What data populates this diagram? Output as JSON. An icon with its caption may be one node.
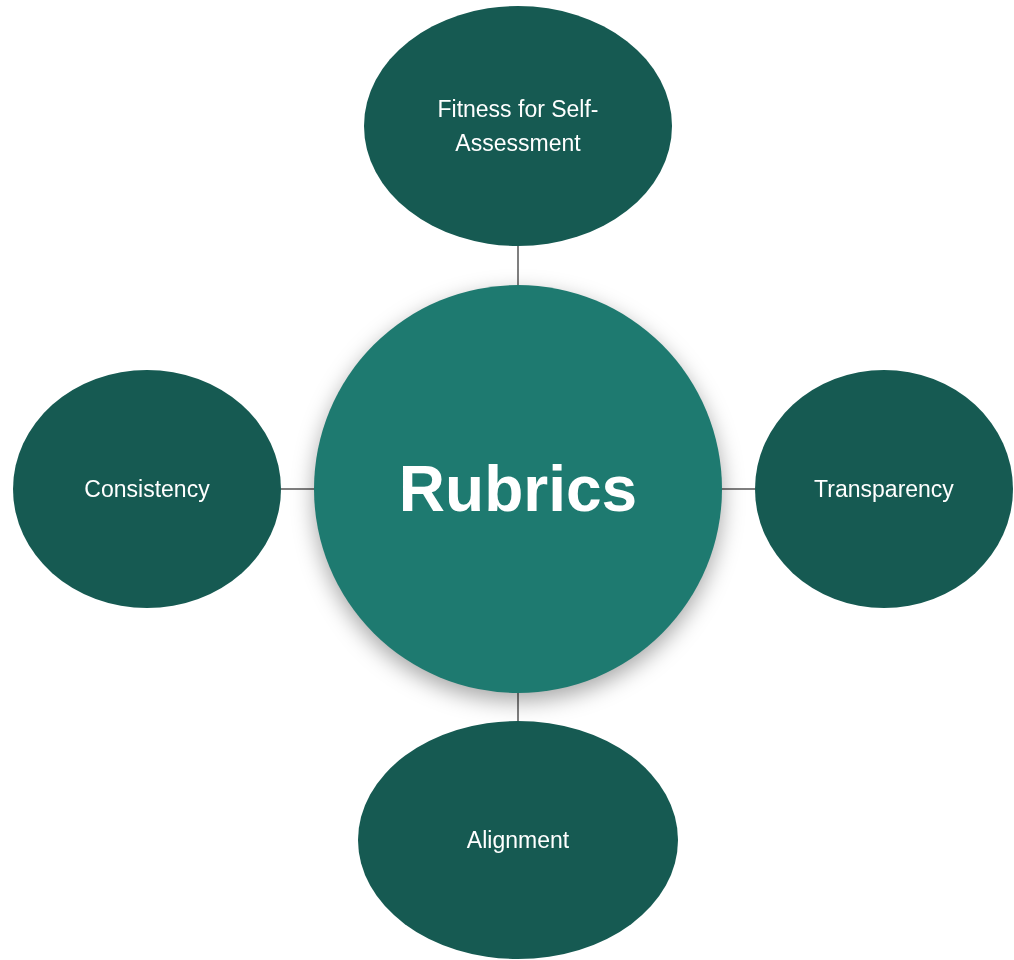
{
  "diagram": {
    "nodes": [
      {
        "text": [
          "Fitness for Self-Assessment"
        ]
      },
      {
        "text": [
          "Consistency"
        ]
      },
      {
        "text": [
          "Rubrics"
        ]
      },
      {
        "text": [
          "Transparency"
        ]
      },
      {
        "text": [
          "Alignment"
        ]
      }
    ],
    "edges": [
      {
        "from": 2,
        "to": 0,
        "arrow": "none"
      },
      {
        "from": 2,
        "to": 1,
        "arrow": "none"
      },
      {
        "from": 2,
        "to": 3,
        "arrow": "none"
      },
      {
        "from": 2,
        "to": 4,
        "arrow": "none"
      }
    ]
  }
}
